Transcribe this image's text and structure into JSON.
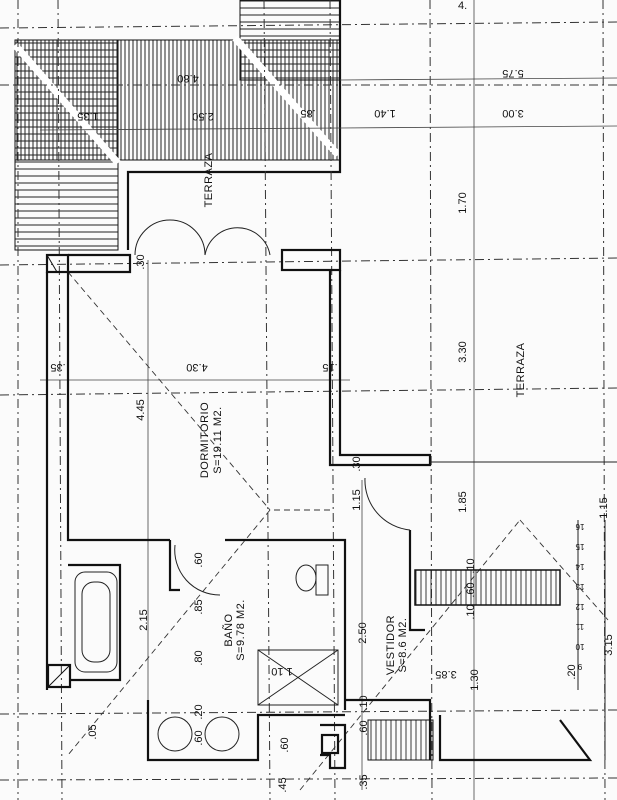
{
  "top_partial": "4.",
  "roof_dims": {
    "d480": "4.80",
    "d250": "2.50",
    "d135": "1.35",
    "d85": ".85",
    "d140": "1.40",
    "d575": "5.75",
    "d300": "3.00"
  },
  "terraza_top": {
    "label": "TERRAZA",
    "dim": "1.70"
  },
  "door_dim": ".30",
  "dormitorio": {
    "name": "DORMITORIO",
    "area": "S=19.11  M2.",
    "d445": "4.45",
    "d35": ".35",
    "d430": "4.30",
    "d15": ".15"
  },
  "terraza_right": {
    "label": "TERRAZA",
    "dim": "3.30"
  },
  "passage": {
    "d30": ".30",
    "d115a": "1.15",
    "d185": "1.85",
    "d115b": "1.15"
  },
  "stair_numbers": [
    "16",
    "15",
    "14",
    "13",
    "12",
    "11",
    "10",
    "9"
  ],
  "bano": {
    "name": "BAÑO",
    "area": "S=9.78  M2.",
    "d215": "2.15",
    "d60a": ".60",
    "d85": ".85",
    "d80": ".80",
    "d20": ".20",
    "d60b": ".60",
    "d110": "1.10",
    "d05": ".05",
    "d60c": ".60",
    "d45": ".45"
  },
  "vestidor": {
    "name": "VESTIDOR",
    "area": "S=8.6  M2.",
    "d250": "2.50",
    "d385": "3.85",
    "d130": "1.30",
    "d20": ".20",
    "d315": "3.15",
    "d10a": ".10",
    "d60": ".60",
    "d35": ".35",
    "s10a": ".10",
    "s60": ".60",
    "s10b": ".10"
  }
}
